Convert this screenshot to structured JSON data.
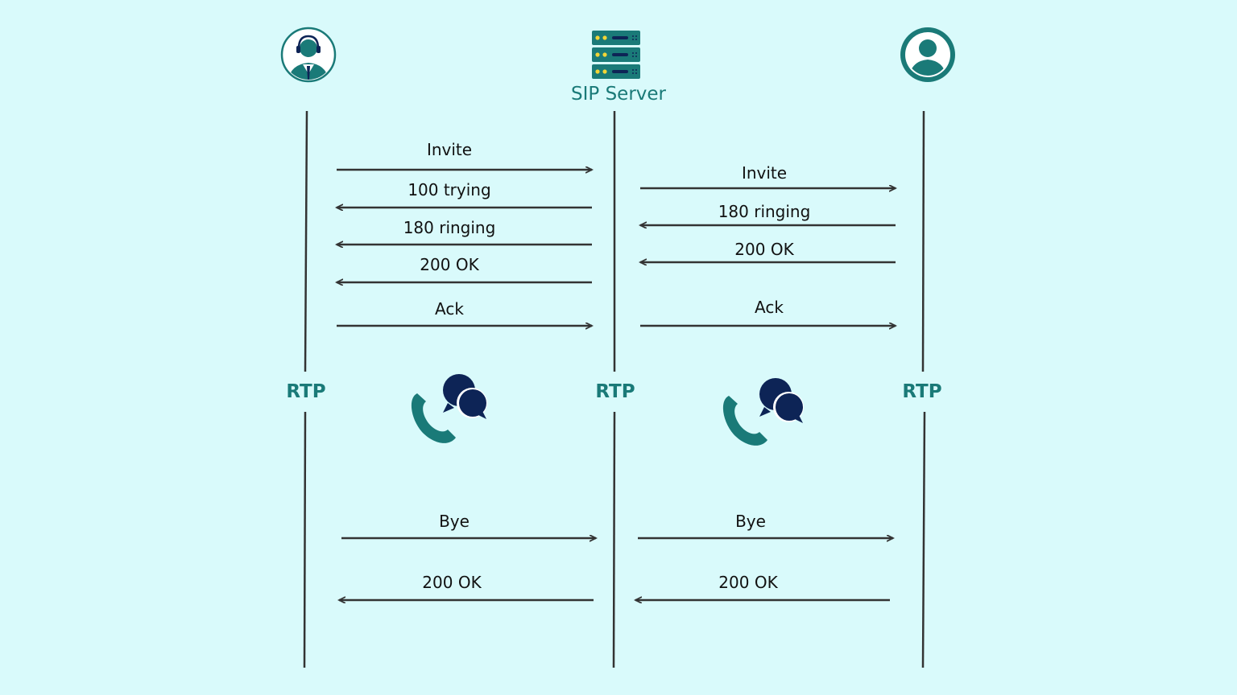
{
  "participants": {
    "caller": {
      "icon": "agent-headset-icon"
    },
    "server": {
      "icon": "server-rack-icon",
      "label": "SIP Server"
    },
    "callee": {
      "icon": "user-avatar-icon"
    }
  },
  "rtp": {
    "caller": "RTP",
    "server": "RTP",
    "callee": "RTP"
  },
  "messages": [
    {
      "label": "Invite",
      "from": "caller",
      "to": "server"
    },
    {
      "label": "100 trying",
      "from": "server",
      "to": "caller"
    },
    {
      "label": "180 ringing",
      "from": "server",
      "to": "caller"
    },
    {
      "label": "200 OK",
      "from": "server",
      "to": "caller"
    },
    {
      "label": "Ack",
      "from": "caller",
      "to": "server"
    },
    {
      "label": "Invite",
      "from": "server",
      "to": "callee"
    },
    {
      "label": "180 ringing",
      "from": "callee",
      "to": "server"
    },
    {
      "label": "200 OK",
      "from": "callee",
      "to": "server"
    },
    {
      "label": "Ack",
      "from": "server",
      "to": "callee"
    },
    {
      "label": "Bye",
      "from": "caller",
      "to": "server"
    },
    {
      "label": "200 OK",
      "from": "server",
      "to": "caller"
    },
    {
      "label": "Bye",
      "from": "server",
      "to": "callee"
    },
    {
      "label": "200 OK",
      "from": "callee",
      "to": "server"
    }
  ],
  "media_icons": [
    "phone-chat-icon",
    "phone-chat-icon"
  ],
  "colors": {
    "background": "#d9fafb",
    "teal": "#1a7a78",
    "navy": "#0d2456",
    "server_light": "#f2d536",
    "line": "#333333"
  }
}
